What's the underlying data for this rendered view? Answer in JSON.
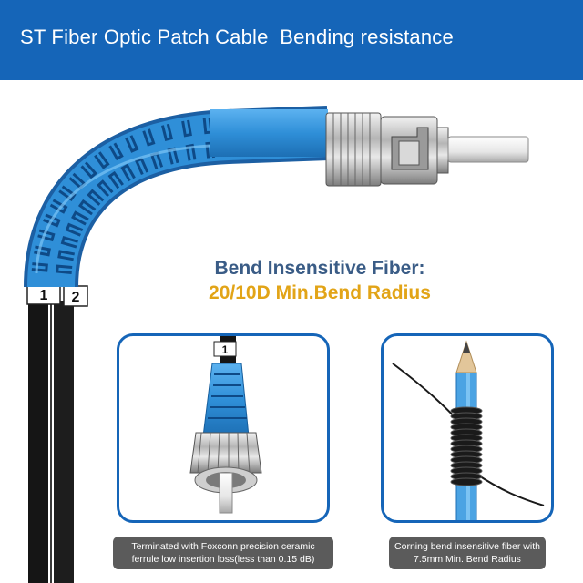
{
  "banner": {
    "title": "ST Fiber Optic Patch Cable  Bending resistance"
  },
  "headline": {
    "line1": "Bend Insensitive Fiber:",
    "line2": "20/10D Min.Bend Radius"
  },
  "cable_labels": {
    "left": "1",
    "right": "2"
  },
  "card_left": {
    "cable_label": "1",
    "caption": "Terminated with Foxconn precision ceramic ferrule low insertion loss(less than 0.15 dB)"
  },
  "card_right": {
    "caption": "Corning bend insensitive fiber with 7.5mm Min. Bend Radius"
  },
  "colors": {
    "banner": "#1565b8",
    "cable_blue": "#2f8fd8",
    "boot_blue": "#1f6fb8",
    "headline_primary": "#3a5c86",
    "headline_accent": "#e2a417",
    "card_border": "#1565b8",
    "caption_bg": "#5b5b5b"
  },
  "icons": {
    "hero": "st-connector-bent-cable-icon",
    "card_left": "st-connector-closeup-icon",
    "card_right": "pencil-wrapped-fiber-icon"
  }
}
